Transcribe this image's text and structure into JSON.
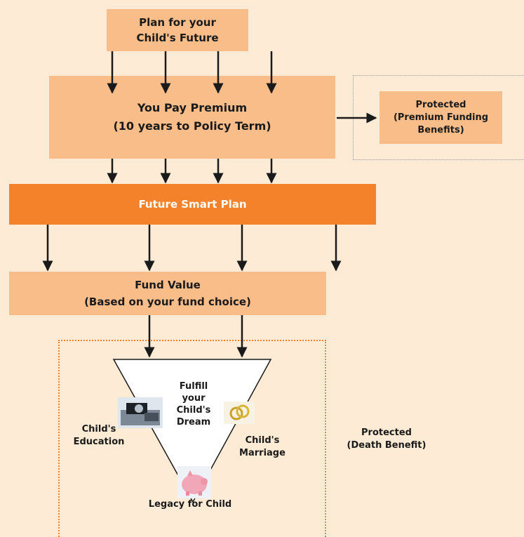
{
  "top": "Plan for your\nChild's Future",
  "premium": "You Pay Premium\n(10 years to Policy Term)",
  "smart_plan": "Future Smart Plan",
  "fund_value": "Fund Value\n(Based on your fund choice)",
  "premium_benefit": "Protected\n(Premium Funding\nBenefits)",
  "dream": "Fulfill\nyour\nChild's\nDream",
  "education": "Child's\nEducation",
  "marriage": "Child's\nMarriage",
  "legacy": "Legacy for Child",
  "death_benefit": "Protected\n(Death Benefit)",
  "icons": [
    "education-photo",
    "wedding-rings-photo",
    "piggy-bank-photo"
  ],
  "colors": {
    "background": "#fdebd6",
    "light_box": "#f9bd8a",
    "dark_box": "#f4822a",
    "text": "#1a1a1a"
  }
}
